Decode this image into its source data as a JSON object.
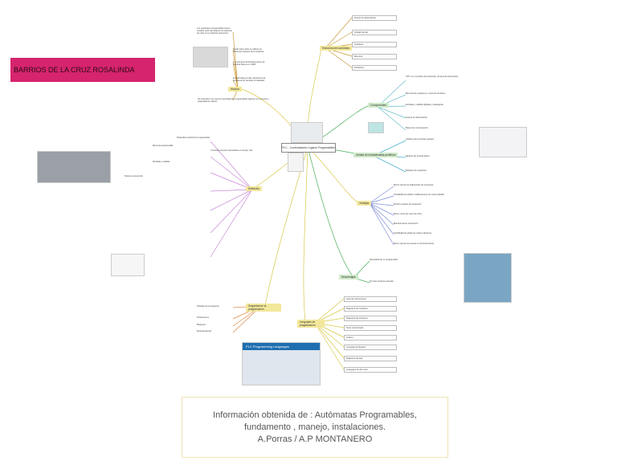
{
  "title": "BARRIOS DE LA CRUZ ROSALINDA",
  "center_node": "PLC - Controladores Lógicos Programables",
  "source_note": "Información obtenida de : Autómatas Programables,\nfundamento , manejo, instalaciones.\nA.Porras / A.P MONTANERO",
  "branches": {
    "historia": {
      "label": "Historia",
      "color": "#f2e79a"
    },
    "estructura": {
      "label": "Estructura del autómata",
      "color": "#f2e79a"
    },
    "componentes": {
      "label": "Componentes",
      "color": "#cfe9c8"
    },
    "periferica": {
      "label": "Unidad de entrada/salida periférica",
      "color": "#cfe9c8"
    },
    "ventajas": {
      "label": "Ventajas",
      "color": "#f2e79a"
    },
    "desventajas": {
      "label": "Desventajas",
      "color": "#cfe9c8"
    },
    "lenguajes": {
      "label": "Lenguajes de programación",
      "color": "#f2e79a"
    },
    "definicion": {
      "label": "Definición",
      "color": "#f2e79a"
    },
    "seguridad": {
      "label": "Seguridad en la programación",
      "color": "#f2e79a"
    }
  },
  "node_text": {
    "hist1": "Los autómatas programables fueron creados para reemplazar los sistemas de relés en la industria automotriz.",
    "hist2": "Desde hace años se utilizan en diferentes campos de la industria.",
    "hist3": "Los primeros autómatas fueron de General Motors en 1968.",
    "hist4": "El autómata permite variaciones de programa sin cambiar el cableado.",
    "hist5": "Se inventaron los nuevos controladores programables lógicos con memoria y capacidad de cálculo.",
    "estr1": "Fuente de alimentación",
    "estr2": "Unidad central",
    "estr3": "Interfaces",
    "estr4": "Memoria",
    "estr5": "Periféricos",
    "comp1": "CPU: es el cerebro del autómata, procesa la información.",
    "comp2": "Memoria de programa y memoria de datos.",
    "comp3": "Entradas y salidas digitales y analógicas.",
    "comp4": "Fuente de alimentación.",
    "comp5": "Buses de comunicación.",
    "per1": "Interfaz para conectar equipos.",
    "per2": "Equipos de programación.",
    "per3": "Módulos de expansión.",
    "ven1": "Menor tiempo de elaboración de proyectos.",
    "ven2": "Posibilidad de añadir modificaciones sin costo añadido.",
    "ven3": "Mínimo espacio de ocupación.",
    "ven4": "Menor costo de mano de obra.",
    "ven5": "Mantenimiento económico.",
    "ven6": "Posibilidad de gobernar varias máquinas.",
    "ven7": "Menor tiempo de puesta en funcionamiento.",
    "des1": "Necesidad de un programador.",
    "des2": "El coste inicial es elevado.",
    "leng1": "Lista de instrucciones",
    "leng2": "Diagrama de contactos",
    "leng3": "Diagrama de funciones",
    "leng4": "Texto estructurado",
    "leng5": "Grafcet",
    "leng6": "Lenguaje de bloques",
    "leng7": "Diagrama de flujo",
    "leng8": "Lenguajes de alto nivel",
    "def1": "Dispositivo electrónico programable.",
    "def2": "Controla procesos industriales en tiempo real.",
    "def3": "Memoria programable.",
    "def4": "Entradas y salidas.",
    "def5": "Sistema secuencial.",
    "seg1": "Paradas de emergencia",
    "seg2": "Protecciones",
    "seg3": "Bloqueos",
    "seg4": "Enclavamientos"
  },
  "image_captions": {
    "plc_banner": "PLC Programming Languages"
  }
}
